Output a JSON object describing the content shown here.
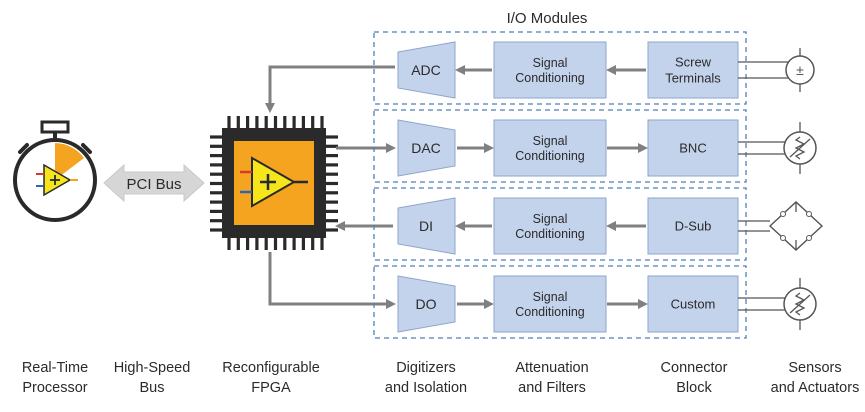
{
  "title": "I/O Modules",
  "bus_label": "PCI Bus",
  "colors": {
    "box_fill": "#c3d3ec",
    "box_stroke": "#8ea6cc",
    "dash_stroke": "#4f7fb8",
    "arrow": "#808080",
    "fpga_fill": "#f4a41e",
    "chip_body": "#2a2a2a",
    "vi_yellow": "#f5e51a",
    "sensor_stroke": "#555555"
  },
  "rows": [
    {
      "direction": "in",
      "converter": "ADC",
      "conditioning": [
        "Signal",
        "Conditioning"
      ],
      "connector": [
        "Screw",
        "Terminals"
      ],
      "sensor_icon": "voltage-source-icon"
    },
    {
      "direction": "out",
      "converter": "DAC",
      "conditioning": [
        "Signal",
        "Conditioning"
      ],
      "connector": [
        "BNC"
      ],
      "sensor_icon": "potentiometer-icon"
    },
    {
      "direction": "in",
      "converter": "DI",
      "conditioning": [
        "Signal",
        "Conditioning"
      ],
      "connector": [
        "D-Sub"
      ],
      "sensor_icon": "wheatstone-bridge-icon"
    },
    {
      "direction": "out",
      "converter": "DO",
      "conditioning": [
        "Signal",
        "Conditioning"
      ],
      "connector": [
        "Custom"
      ],
      "sensor_icon": "potentiometer-icon"
    }
  ],
  "captions": [
    [
      "Real-Time",
      "Processor"
    ],
    [
      "High-Speed",
      "Bus"
    ],
    [
      "Reconfigurable",
      "FPGA"
    ],
    [
      "Digitizers",
      "and Isolation"
    ],
    [
      "Attenuation",
      "and Filters"
    ],
    [
      "Connector",
      "Block"
    ],
    [
      "Sensors",
      "and Actuators"
    ]
  ]
}
